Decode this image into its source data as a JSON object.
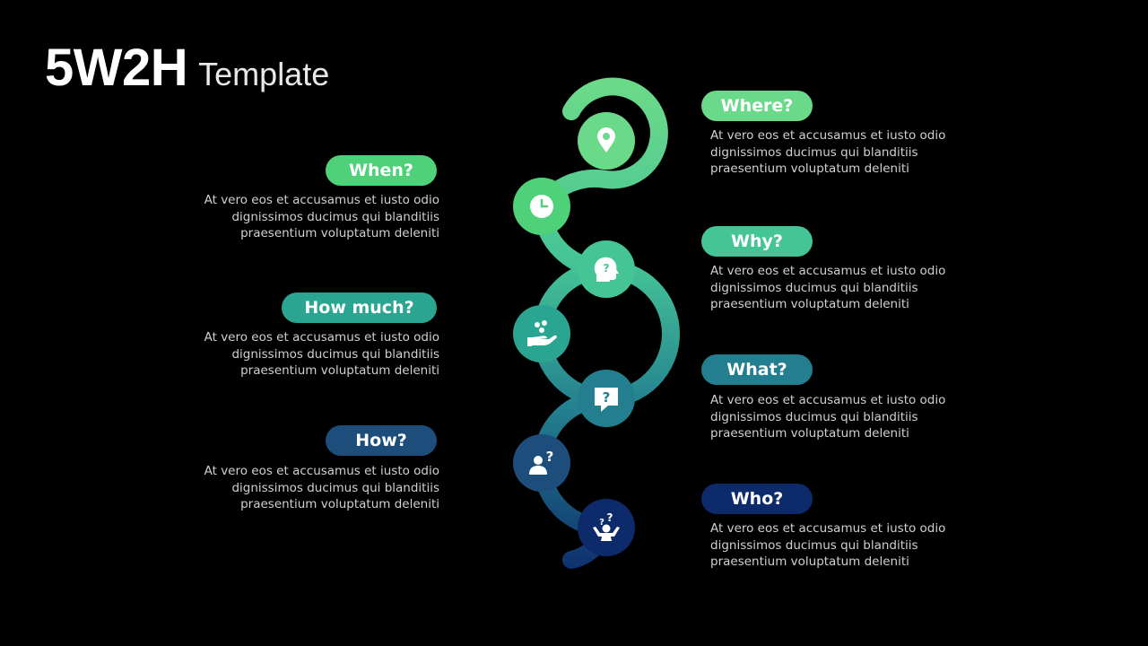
{
  "title": {
    "main": "5W2H",
    "sub": "Template"
  },
  "colors": {
    "where": "#6BD98A",
    "when": "#4ED178",
    "why": "#45C496",
    "how_much": "#2AA592",
    "what": "#237F8F",
    "how": "#1D4E7B",
    "who": "#0D2A6A",
    "description_text": "#D0D0D0"
  },
  "items": [
    {
      "key": "where",
      "label": "Where?",
      "icon": "location-pin-icon",
      "lines": [
        "At vero eos et accusamus et iusto odio",
        "dignissimos  ducimus qui blanditiis",
        "praesentium  voluptatum deleniti"
      ]
    },
    {
      "key": "when",
      "label": "When?",
      "icon": "clock-icon",
      "lines": [
        "At vero eos et accusamus et iusto odio",
        "dignissimos  ducimus qui blanditiis",
        "praesentium  voluptatum deleniti"
      ]
    },
    {
      "key": "why",
      "label": "Why?",
      "icon": "head-question-icon",
      "lines": [
        "At vero eos et accusamus et iusto odio",
        "dignissimos  ducimus qui blanditiis",
        "praesentium  voluptatum deleniti"
      ]
    },
    {
      "key": "how_much",
      "label": "How much?",
      "icon": "hand-coins-icon",
      "lines": [
        "At vero eos et accusamus et iusto odio",
        "dignissimos  ducimus qui blanditiis",
        "praesentium  voluptatum deleniti"
      ]
    },
    {
      "key": "what",
      "label": "What?",
      "icon": "speech-bubble-question-icon",
      "lines": [
        "At vero eos et accusamus et iusto odio",
        "dignissimos  ducimus qui blanditiis",
        "praesentium  voluptatum deleniti"
      ]
    },
    {
      "key": "how",
      "label": "How?",
      "icon": "person-question-icon",
      "lines": [
        "At vero eos et accusamus et iusto odio",
        "dignissimos  ducimus qui blanditiis",
        "praesentium  voluptatum deleniti"
      ]
    },
    {
      "key": "who",
      "label": "Who?",
      "icon": "shrugging-person-question-icon",
      "lines": [
        "At vero eos et accusamus et iusto odio",
        "dignissimos  ducimus qui blanditiis",
        "praesentium  voluptatum deleniti"
      ]
    }
  ]
}
